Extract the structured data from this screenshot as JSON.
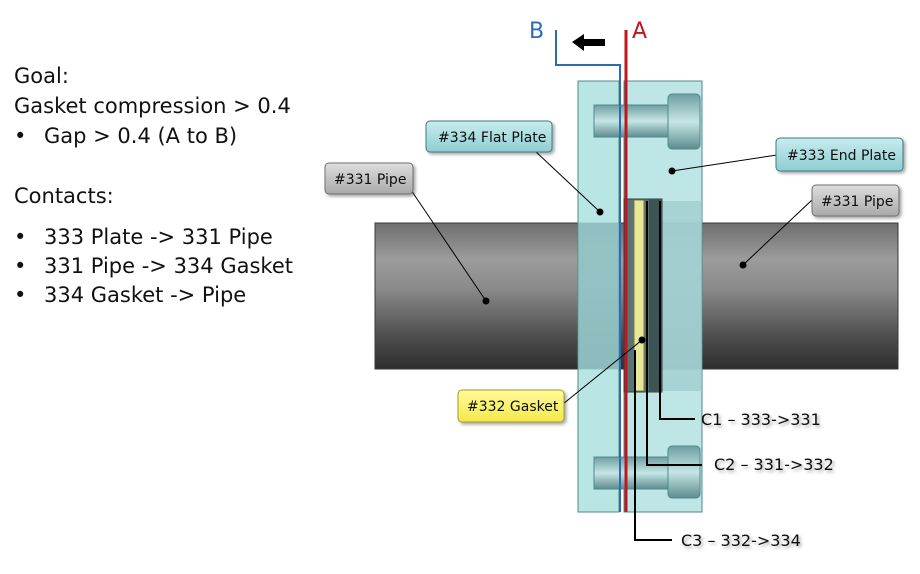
{
  "goal": {
    "heading": "Goal:",
    "line1": "Gasket compression > 0.4",
    "bullet1": "Gap > 0.4 (A to B)"
  },
  "contacts": {
    "heading": "Contacts:",
    "items": [
      "333 Plate -> 331 Pipe",
      "331 Pipe -> 334 Gasket",
      "334 Gasket -> Pipe"
    ]
  },
  "bullet_char": "•",
  "markers": {
    "a": "A",
    "b": "B"
  },
  "callouts": {
    "flat_plate": "#334 Flat Plate",
    "end_plate": "#333 End Plate",
    "pipe_left": "#331 Pipe",
    "pipe_right": "#331 Pipe",
    "gasket": "#332 Gasket"
  },
  "contact_labels": {
    "c1": "C1 – 333->331",
    "c2": "C2 – 331->332",
    "c3": "C3 – 332->334"
  },
  "colors": {
    "a_line": "#c0161c",
    "b_line": "#2d6bb5",
    "plate": "#aee0e0",
    "gasket_fill": "#e8e89a",
    "callout_teal": "#a9dce0",
    "callout_gray": "#c8c8c8",
    "callout_yellow": "#fbf46a"
  }
}
